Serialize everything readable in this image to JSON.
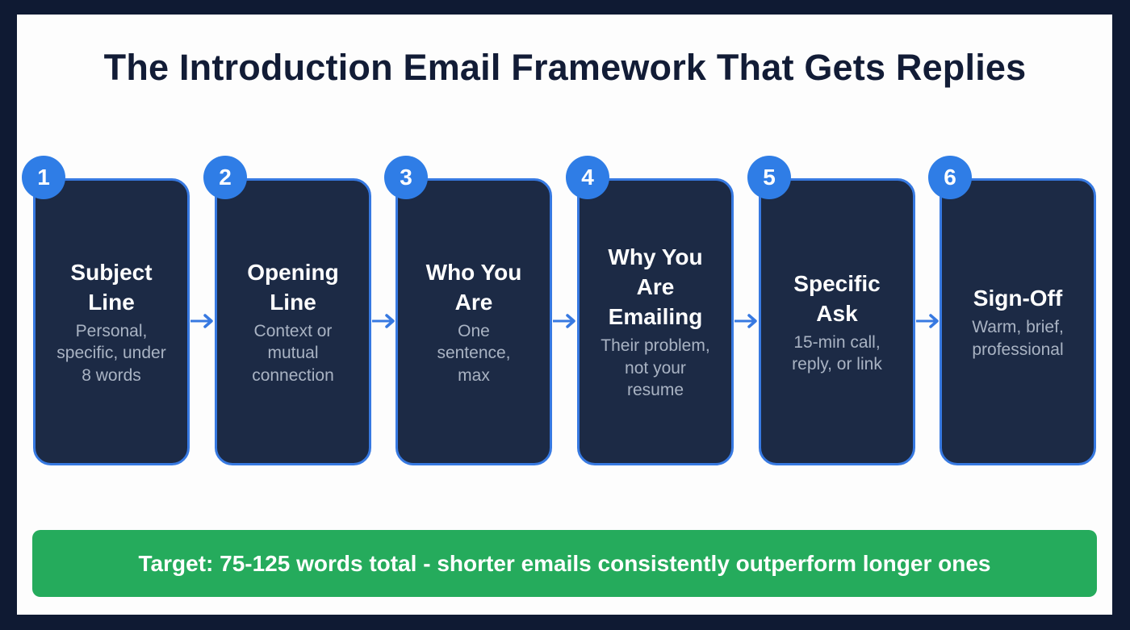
{
  "title": "The Introduction Email Framework That Gets Replies",
  "steps": [
    {
      "number": "1",
      "title_lines": [
        "Subject",
        "Line"
      ],
      "desc_lines": [
        "Personal,",
        "specific, under",
        "8 words"
      ]
    },
    {
      "number": "2",
      "title_lines": [
        "Opening",
        "Line"
      ],
      "desc_lines": [
        "Context or",
        "mutual",
        "connection"
      ]
    },
    {
      "number": "3",
      "title_lines": [
        "Who You",
        "Are"
      ],
      "desc_lines": [
        "One",
        "sentence,",
        "max"
      ]
    },
    {
      "number": "4",
      "title_lines": [
        "Why You",
        "Are",
        "Emailing"
      ],
      "desc_lines": [
        "Their problem,",
        "not your",
        "resume"
      ]
    },
    {
      "number": "5",
      "title_lines": [
        "Specific",
        "Ask"
      ],
      "desc_lines": [
        "15-min call,",
        "reply, or link"
      ]
    },
    {
      "number": "6",
      "title_lines": [
        "Sign-Off"
      ],
      "desc_lines": [
        "Warm, brief,",
        "professional"
      ]
    }
  ],
  "flow_arrow_icon": "arrow-right-icon",
  "banner": {
    "text": "Target: 75-125 words total - shorter emails consistently outperform longer ones"
  },
  "colors": {
    "frame": "#0f1a33",
    "card_bg": "#1c2a45",
    "card_border": "#3779e1",
    "badge": "#2f7de6",
    "banner": "#25ab5c",
    "title": "#121c36"
  }
}
